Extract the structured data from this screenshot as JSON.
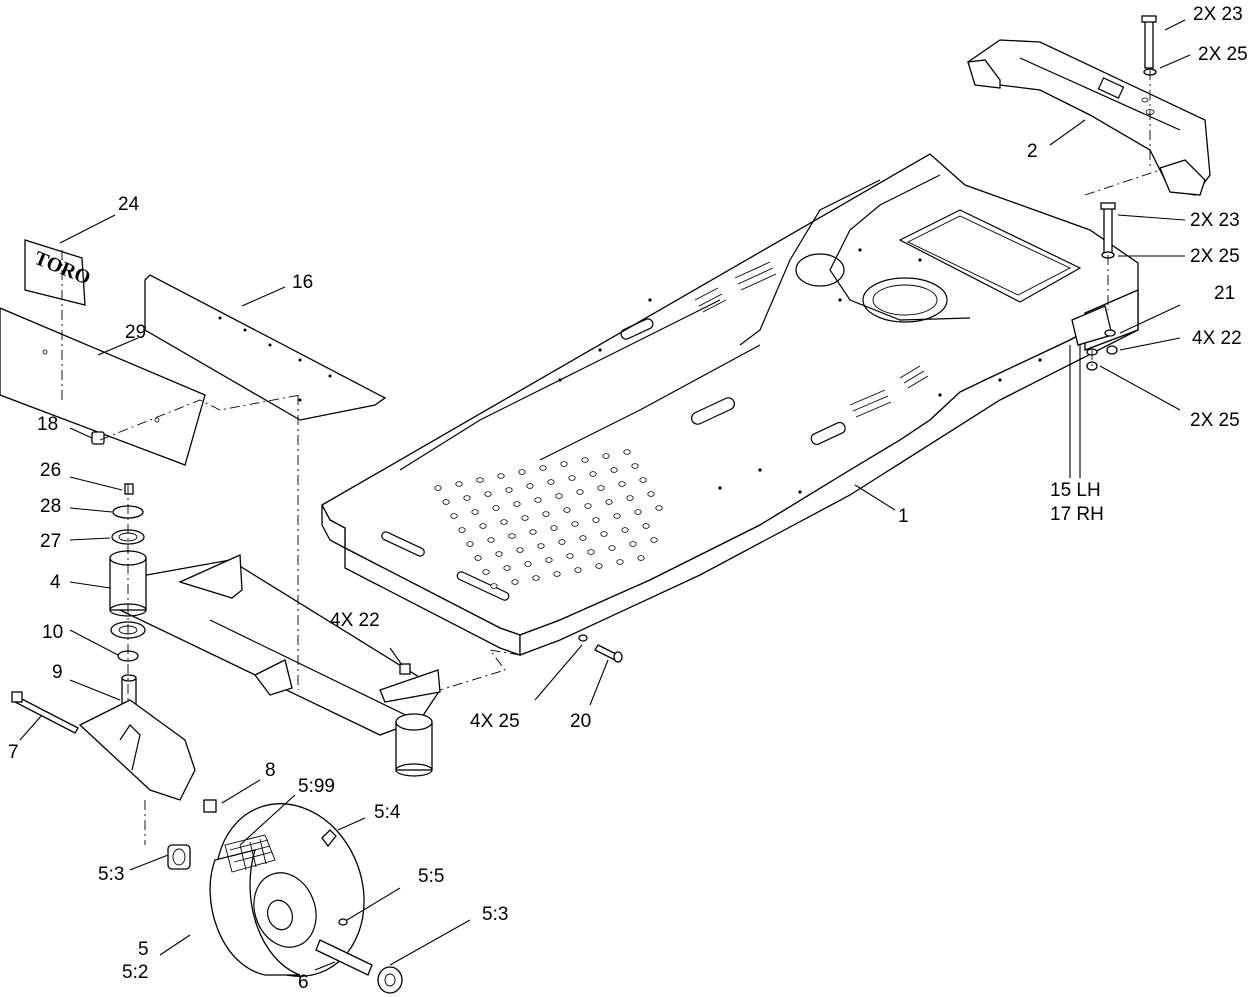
{
  "callouts": {
    "c1": "1",
    "c2": "2",
    "c4": "4",
    "c5": "5",
    "c5_2": "5:2",
    "c5_3a": "5:3",
    "c5_3b": "5:3",
    "c5_4": "5:4",
    "c5_5": "5:5",
    "c5_99": "5:99",
    "c6": "6",
    "c7": "7",
    "c8": "8",
    "c9": "9",
    "c10": "10",
    "c15": "15 LH",
    "c17": "17 RH",
    "c16": "16",
    "c18": "18",
    "c20": "20",
    "c21": "21",
    "c22a": "4X 22",
    "c22b": "4X 22",
    "c23a": "2X 23",
    "c23b": "2X 23",
    "c24": "24",
    "c25a": "2X 25",
    "c25b": "2X 25",
    "c25c": "2X 25",
    "c25d": "4X 25",
    "c26": "26",
    "c27": "27",
    "c28": "28",
    "c29": "29"
  },
  "decal_logo": "TORO",
  "icons": {
    "main_frame": "frame-icon",
    "rear_bracket": "rear-bracket-icon",
    "front_axle": "axle-icon",
    "caster_wheel": "wheel-icon"
  }
}
